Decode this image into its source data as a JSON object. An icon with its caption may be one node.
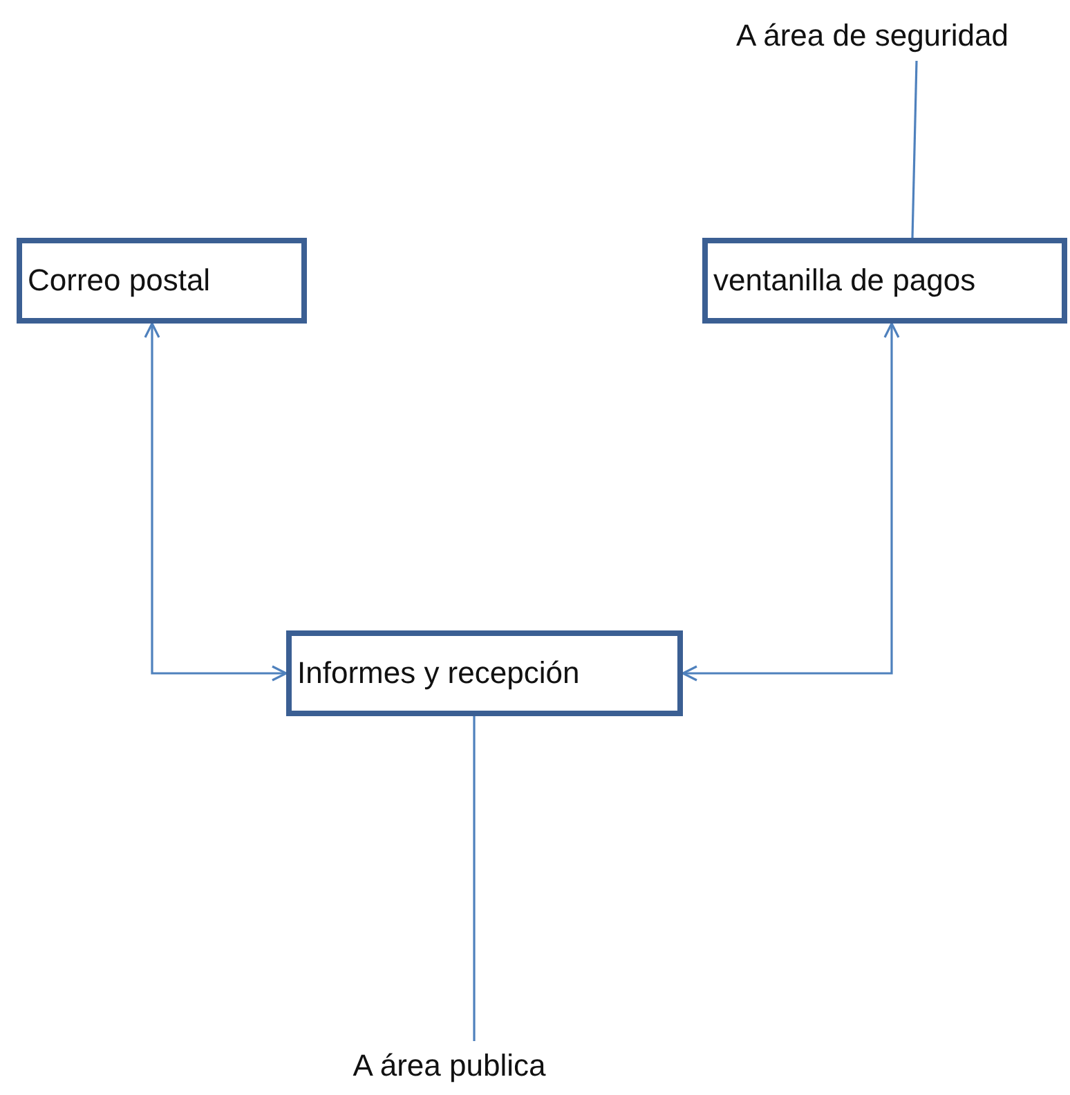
{
  "diagram": {
    "nodes": [
      {
        "text": [
          "Correo postal"
        ]
      },
      {
        "text": [
          "ventanilla de pagos"
        ]
      },
      {
        "text": [
          "Informes y recepción"
        ]
      },
      {
        "text": [
          "A área de seguridad"
        ]
      },
      {
        "text": [
          "A área publica"
        ]
      }
    ],
    "edges": [
      {
        "from": 0,
        "to": 2,
        "arrow": "both"
      },
      {
        "from": 1,
        "to": 2,
        "arrow": "both"
      },
      {
        "from": 1,
        "to": 3,
        "arrow": "none"
      },
      {
        "from": 2,
        "to": 4,
        "arrow": "none"
      }
    ]
  }
}
